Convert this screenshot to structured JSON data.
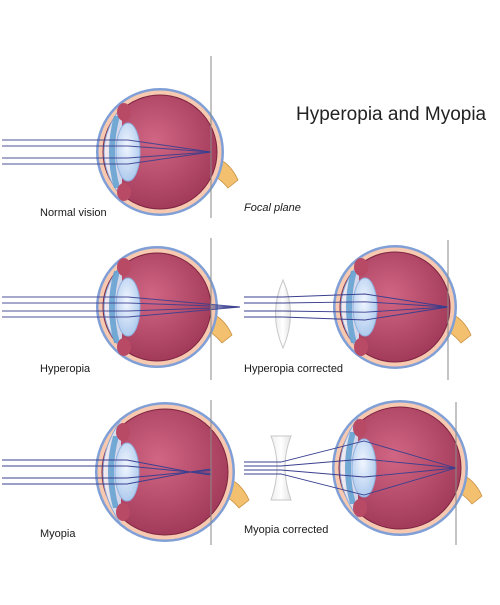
{
  "title": "Hyperopia and Myopia",
  "labels": {
    "normal": "Normal vision",
    "focal": "Focal plane",
    "hyperopia": "Hyperopia",
    "hyperopia_corrected": "Hyperopia corrected",
    "myopia": "Myopia",
    "myopia_corrected": "Myopia corrected"
  },
  "colors": {
    "vitreous": "#a8405f",
    "vitreous_light": "#d46a86",
    "sclera": "#f6c9b0",
    "outer_sclera": "#7f9fd6",
    "lens": "#cfe0f7",
    "iris": "#5f9fd0",
    "rays": "#3a3f8f",
    "optic_nerve": "#f2c06e"
  }
}
